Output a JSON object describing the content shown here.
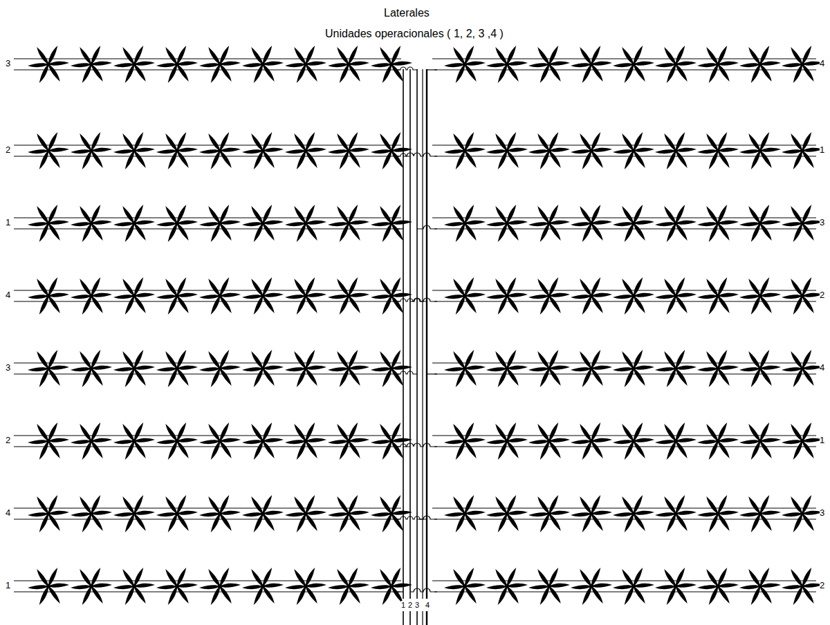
{
  "diagram": {
    "labels": [
      "Laterales",
      "Unidades operacionales ( 1, 2, 3 ,4 )",
      "3",
      "4",
      "2",
      "1",
      "1",
      "3",
      "4",
      "2",
      "3",
      "4",
      "2",
      "1",
      "4",
      "3",
      "1",
      "2",
      "1",
      "2",
      "3",
      "4"
    ]
  }
}
